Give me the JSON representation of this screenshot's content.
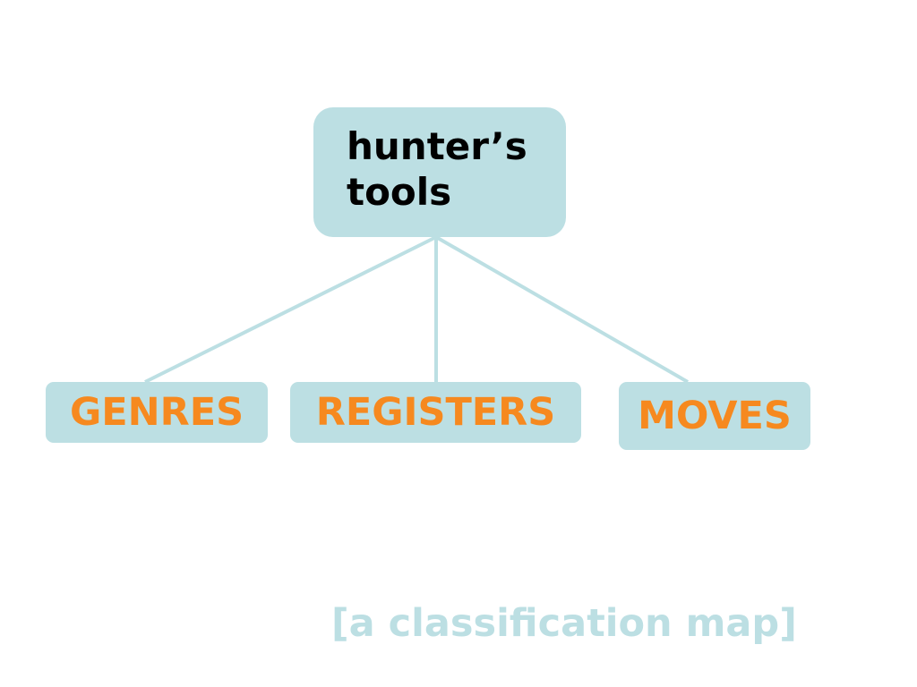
{
  "diagram": {
    "root": {
      "lines": [
        "hunter’s",
        "tools"
      ]
    },
    "children": [
      {
        "label": "GENRES"
      },
      {
        "label": "REGISTERS"
      },
      {
        "label": "MOVES"
      }
    ],
    "caption": "[a classification map]"
  },
  "colors": {
    "node_fill": "#bcdfe3",
    "child_text": "#f6891f",
    "root_text": "#000000",
    "connector": "#bcdfe3",
    "caption_text": "#bcdfe3"
  }
}
